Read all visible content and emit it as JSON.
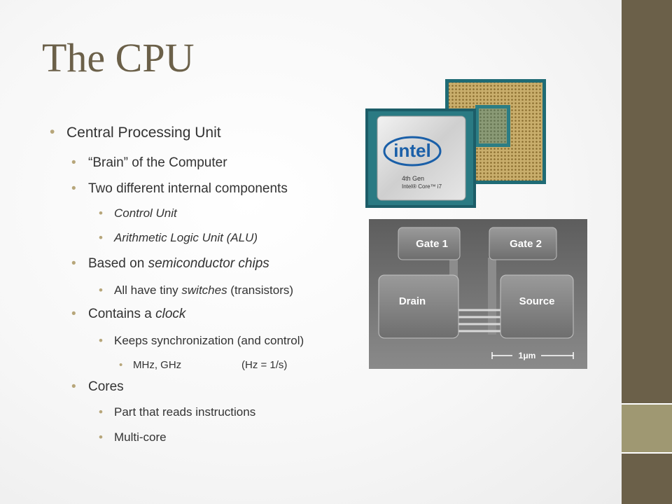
{
  "title": "The CPU",
  "bullets": {
    "b1": "Central Processing Unit",
    "b1a": "“Brain” of the Computer",
    "b1b": "Two different internal components",
    "b1b1": "Control Unit",
    "b1b2": "Arithmetic Logic Unit (ALU)",
    "b1c_pre": "Based on ",
    "b1c_em": "semiconductor chips",
    "b1c1_pre": "All have tiny ",
    "b1c1_em": "switches",
    "b1c1_post": " (transistors)",
    "b1d_pre": "Contains a ",
    "b1d_em": "clock",
    "b1d1": "Keeps synchronization (and control)",
    "b1d1a_left": "MHz, GHz",
    "b1d1a_right": "(Hz = 1/s)",
    "b1e": "Cores",
    "b1e1": "Part that reads instructions",
    "b1e2": "Multi-core"
  },
  "cpu_image": {
    "logo": "intel",
    "line1": "4th Gen",
    "line2": "Intel® Core™ i7"
  },
  "transistor_image": {
    "gate1": "Gate 1",
    "gate2": "Gate 2",
    "drain": "Drain",
    "source": "Source",
    "scale": "1μm"
  },
  "colors": {
    "title": "#6b6049",
    "sidebar_dark": "#6b6049",
    "sidebar_light": "#9f9872",
    "bullet": "#b7a67a"
  }
}
